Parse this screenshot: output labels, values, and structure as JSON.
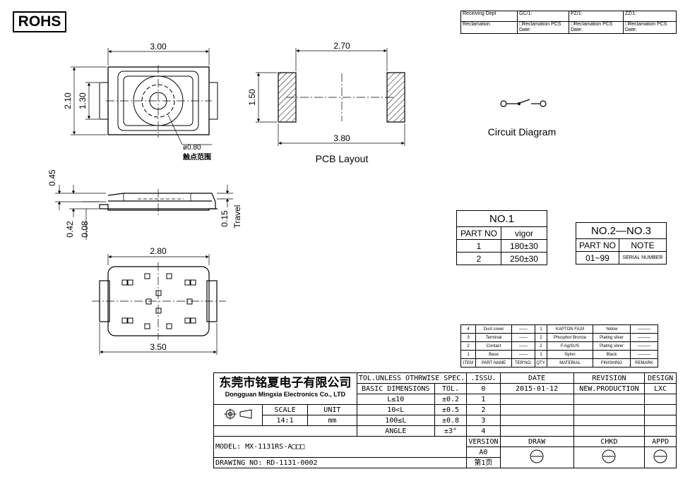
{
  "rohs": "ROHS",
  "receiving": {
    "receiving_dept": "Receiving Dept",
    "gc": "GC/1:",
    "pz": "PZ/1:",
    "zz": "ZZ/1:",
    "reclamation": "Reclamation",
    "rec_pcs": "□Reclamation  PCS",
    "date": "Date:"
  },
  "dims": {
    "top_w": "3.00",
    "top_h_outer": "2.10",
    "top_h_inner": "1.30",
    "dia": "ø0.80",
    "contact_cn": "触点范围",
    "pcb_w": "2.70",
    "pcb_h": "1.50",
    "pcb_total": "3.80",
    "side_h1": "0.45",
    "side_h2": "0.42",
    "side_h3": "0.08",
    "travel_v": "0.15",
    "travel_lbl": "Travel",
    "bot_w": "2.80",
    "bot_total": "3.50"
  },
  "labels": {
    "pcb_layout": "PCB Layout",
    "circuit_diagram": "Circuit Diagram"
  },
  "no1": {
    "title": "NO.1",
    "h1": "PART NO",
    "h2": "vigor",
    "rows": [
      [
        "1",
        "180±30"
      ],
      [
        "2",
        "250±30"
      ]
    ]
  },
  "no2": {
    "title": "NO.2—NO.3",
    "h1": "PART NO",
    "h2": "NOTE",
    "row": [
      "01~99",
      "SERIAL NUMBER"
    ]
  },
  "bom": {
    "rows": [
      [
        "4",
        "Dust cover",
        "——",
        "1",
        "KAPTON FILM",
        "Yellow",
        "———"
      ],
      [
        "3",
        "Terminal",
        "——",
        "2",
        "Phosphor Bronze",
        "Plating silver",
        "———"
      ],
      [
        "2",
        "Contact",
        "——",
        "2",
        "F.Ag/SUS",
        "Plating silver",
        "———"
      ],
      [
        "1",
        "Base",
        "——",
        "1",
        "Nylon",
        "Black",
        "———"
      ]
    ],
    "headers": [
      "ITEM",
      "PART NAME",
      "TER'NO.",
      "QTY.",
      "MATERIAL",
      "FINISHING",
      "REMARK"
    ]
  },
  "titleblock": {
    "company_cn": "东莞市铭夏电子有限公司",
    "company_en": "Dongguan Mingxia Electronics Co., LTD",
    "tol_spec": "TOL.UNLESS OTHRWISE SPEC.",
    "basic_dims": "BASIC DIMENSIONS",
    "tol": "TOL.",
    "tol_rows": [
      [
        "L≤10",
        "±0.2"
      ],
      [
        "10<L",
        "±0.5"
      ],
      [
        "100≤L",
        "±0.8"
      ],
      [
        "ANGLE",
        "±3°"
      ]
    ],
    "scale_h": "SCALE",
    "unit_h": "UNIT",
    "scale": "14:1",
    "unit": "mm",
    "issu": ".ISSU.",
    "date_h": "DATE",
    "revision_h": "REVISION",
    "design_h": "DESIGN",
    "issue": "0",
    "date": "2015-01-12",
    "revision": "NEW.PRODUCTION",
    "design": "LXC",
    "rev_marks": [
      "1",
      "2",
      "3",
      "4"
    ],
    "model": "MODEL:  MX-1131RS-A□□□",
    "version_h": "VERSION",
    "version": "A0",
    "draw_h": "DRAW",
    "chkd_h": "CHKD",
    "appd_h": "APPD",
    "drawing_no": "DRAWING NO:  RD-1131-0002",
    "page": "第1页"
  },
  "colors": {
    "line": "#000000",
    "hatch": "#000000"
  }
}
